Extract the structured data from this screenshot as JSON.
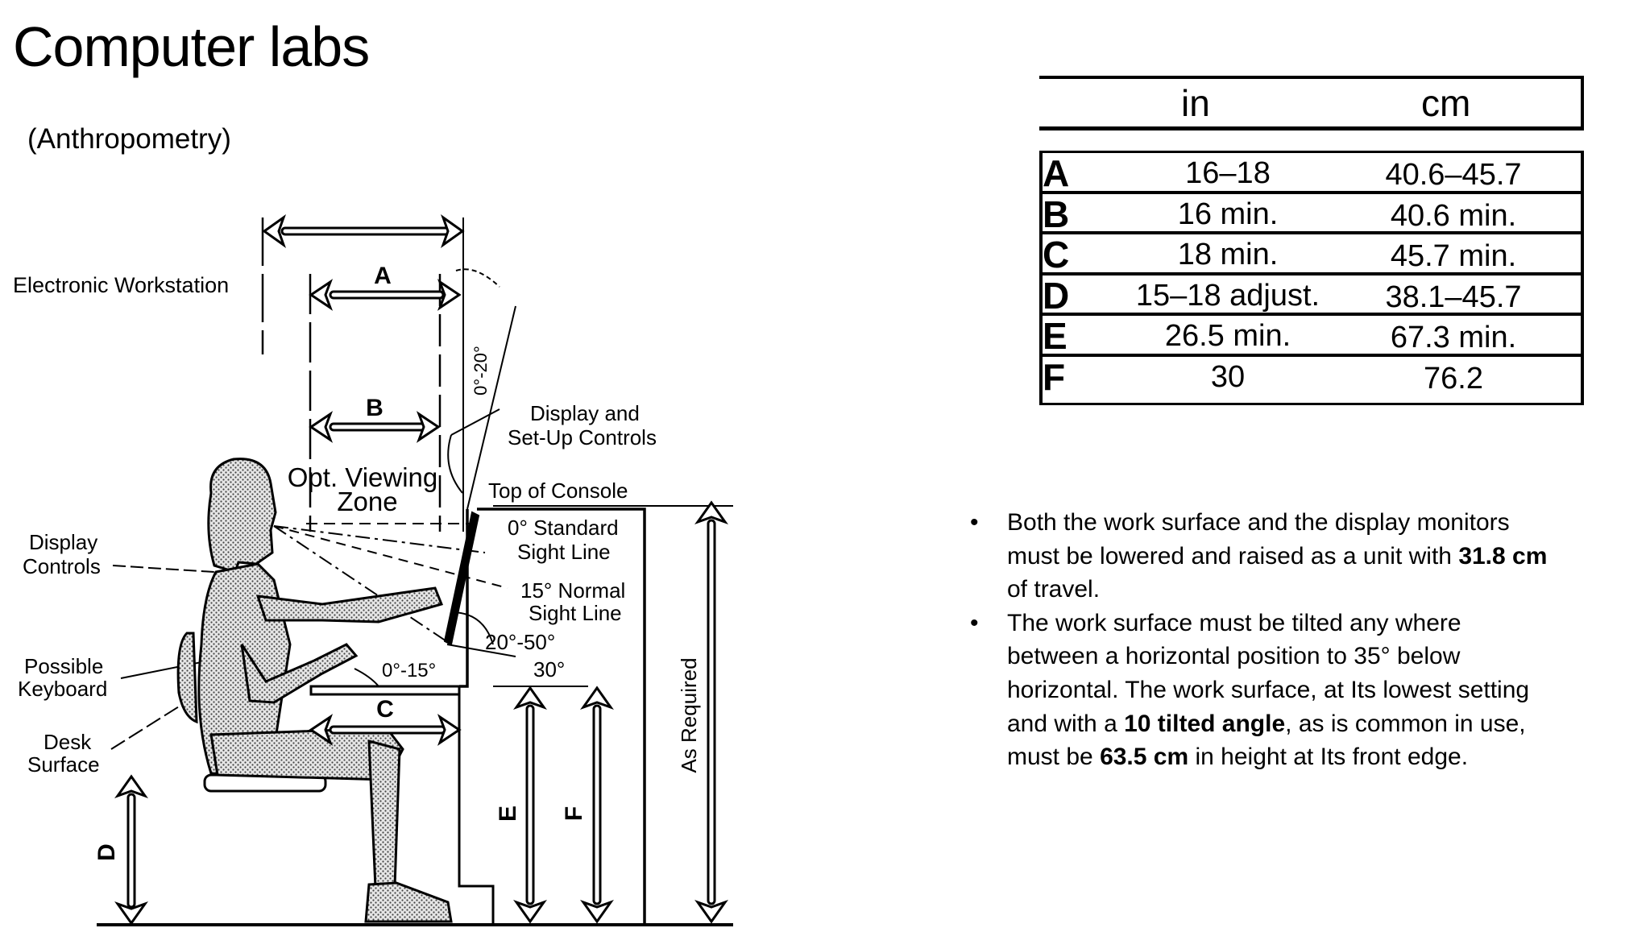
{
  "slide": {
    "title": "Computer labs",
    "subtitle": "(Anthropometry)",
    "caption": "Electronic Workstation"
  },
  "diagram": {
    "dim_a": "A",
    "dim_b": "B",
    "dim_c": "C",
    "dim_d": "D",
    "dim_e": "E",
    "dim_f": "F",
    "opt_viewing_1": "Opt. Viewing",
    "opt_viewing_2": "Zone",
    "tilt_angle": "0°-20°",
    "display_setup_1": "Display and",
    "display_setup_2": "Set-Up Controls",
    "top_console": "Top of Console",
    "standard_sight_1": "0° Standard",
    "standard_sight_2": "Sight Line",
    "normal_sight_1": "15° Normal",
    "normal_sight_2": "Sight Line",
    "angle_20_50": "20°-50°",
    "angle_30": "30°",
    "angle_0_15": "0°-15°",
    "display_controls_1": "Display",
    "display_controls_2": "Controls",
    "possible_keyboard_1": "Possible",
    "possible_keyboard_2": "Keyboard",
    "desk_surface_1": "Desk",
    "desk_surface_2": "Surface",
    "as_required": "As Required"
  },
  "table": {
    "col_in": "in",
    "col_cm": "cm",
    "rows": [
      {
        "label": "A",
        "in": "16–18",
        "cm": "40.6–45.7"
      },
      {
        "label": "B",
        "in": "16 min.",
        "cm": "40.6 min."
      },
      {
        "label": "C",
        "in": "18 min.",
        "cm": "45.7 min."
      },
      {
        "label": "D",
        "in": "15–18 adjust.",
        "cm": "38.1–45.7"
      },
      {
        "label": "E",
        "in": "26.5 min.",
        "cm": "67.3 min."
      },
      {
        "label": "F",
        "in": "30",
        "cm": "76.2"
      }
    ]
  },
  "notes": {
    "bullet": "•",
    "n1_a": "Both the work surface and the display monitors must be lowered and raised as a unit with ",
    "n1_b": "31.8 cm",
    "n1_c": " of travel.",
    "n2_a": " The work surface must be tilted any where between a horizontal position to 35° below horizontal. The work surface, at Its lowest setting and with a ",
    "n2_b": "10 tilted angle",
    "n2_c": ", as is common in use, must be ",
    "n2_d": "63.5 cm",
    "n2_e": " in height at Its front edge."
  }
}
